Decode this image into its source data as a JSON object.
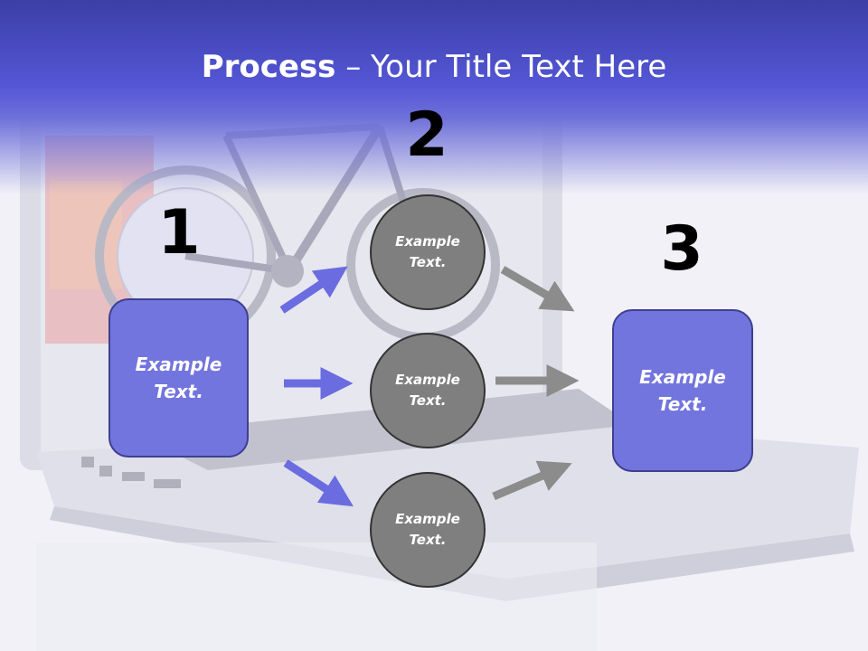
{
  "title": {
    "bold": "Process",
    "rest": " – Your Title Text Here"
  },
  "steps": {
    "one": "1",
    "two": "2",
    "three": "3"
  },
  "left_box": {
    "text": "Example Text."
  },
  "circles": [
    {
      "text": "Example Text."
    },
    {
      "text": "Example Text."
    },
    {
      "text": "Example Text."
    }
  ],
  "right_box": {
    "text": "Example Text."
  },
  "colors": {
    "title_band": "#5456d6",
    "box_fill": "#7375de",
    "circle_fill": "#7f7f7f",
    "blue_arrow": "#6a6ce0",
    "gray_arrow": "#8c8c8c"
  }
}
